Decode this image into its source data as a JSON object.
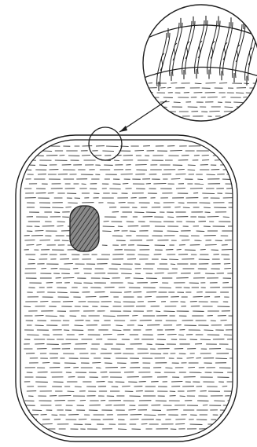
{
  "figure": {
    "stroke_color": "#1e1e1e",
    "fill_color": "#ffffff",
    "nucleus_fill": "#7a7a7a",
    "components": [
      "cell",
      "cell-wall",
      "cell-membrane",
      "cytoplasm",
      "nucleus",
      "magnifier-circle",
      "magnified-inset",
      "plasmodesmata",
      "pointer-arrow"
    ]
  }
}
